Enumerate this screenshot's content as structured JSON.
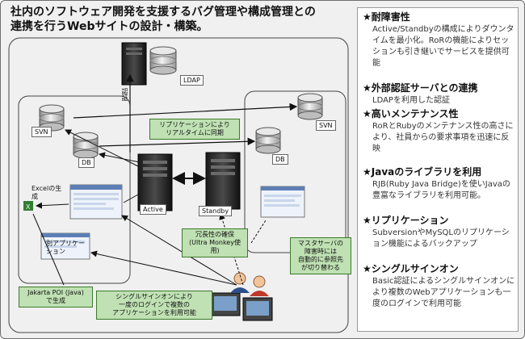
{
  "title_lines": [
    "社内のソフトウェア開発を支援するバグ管理や構成管理との",
    "連携を行うWebサイトの設計・構築。"
  ],
  "diagram": {
    "ldap": "LDAP",
    "auth": "認証",
    "svn_left": "SVN",
    "svn_right": "SVN",
    "db_left": "DB",
    "db_right": "DB",
    "active": "Active",
    "standby": "Standby",
    "excel_gen": "Excelの生成",
    "other_app": "別アプリケーション",
    "replication_note": "リプリケーションにより\nリアルタイムに同期",
    "redundancy_note": "冗長性の確保\n(Ultra Monkey使用)",
    "failover_note": "マスタサーバの\n障害時には\n自動的に参照先\nが切り替わる",
    "jakarta_note": "Jakarta POI (Java)\nで生成",
    "sso_note": "シングルサインオンにより\n一度のログインで複数の\nアプリケーションを利用可能"
  },
  "features": [
    {
      "heading": "★耐障害性",
      "body": "Active/Standbyの構成によりダウンタイムを最小化。RoRの機能によりセッションも引き継いでサービスを提供可能"
    },
    {
      "heading": "★外部認証サーバとの連携",
      "body": "LDAPを利用した認証"
    },
    {
      "heading": "★高いメンテナンス性",
      "body": "RoRとRubyのメンテナンス性の高さにより、社員からの要求事項を迅速に反映"
    },
    {
      "heading": "★Javaのライブラリを利用",
      "body": "RJB(Ruby Java Bridge)を使いJavaの豊富なライブラリを利用可能。"
    },
    {
      "heading": "★リプリケーション",
      "body": "SubversionやMySQLのリプリケーション機能によるバックアップ"
    },
    {
      "heading": "★シングルサインオン",
      "body": "Basic認証によるシングルサインオンにより複数のWebアプリケーションも一度のログインで利用可能"
    }
  ]
}
